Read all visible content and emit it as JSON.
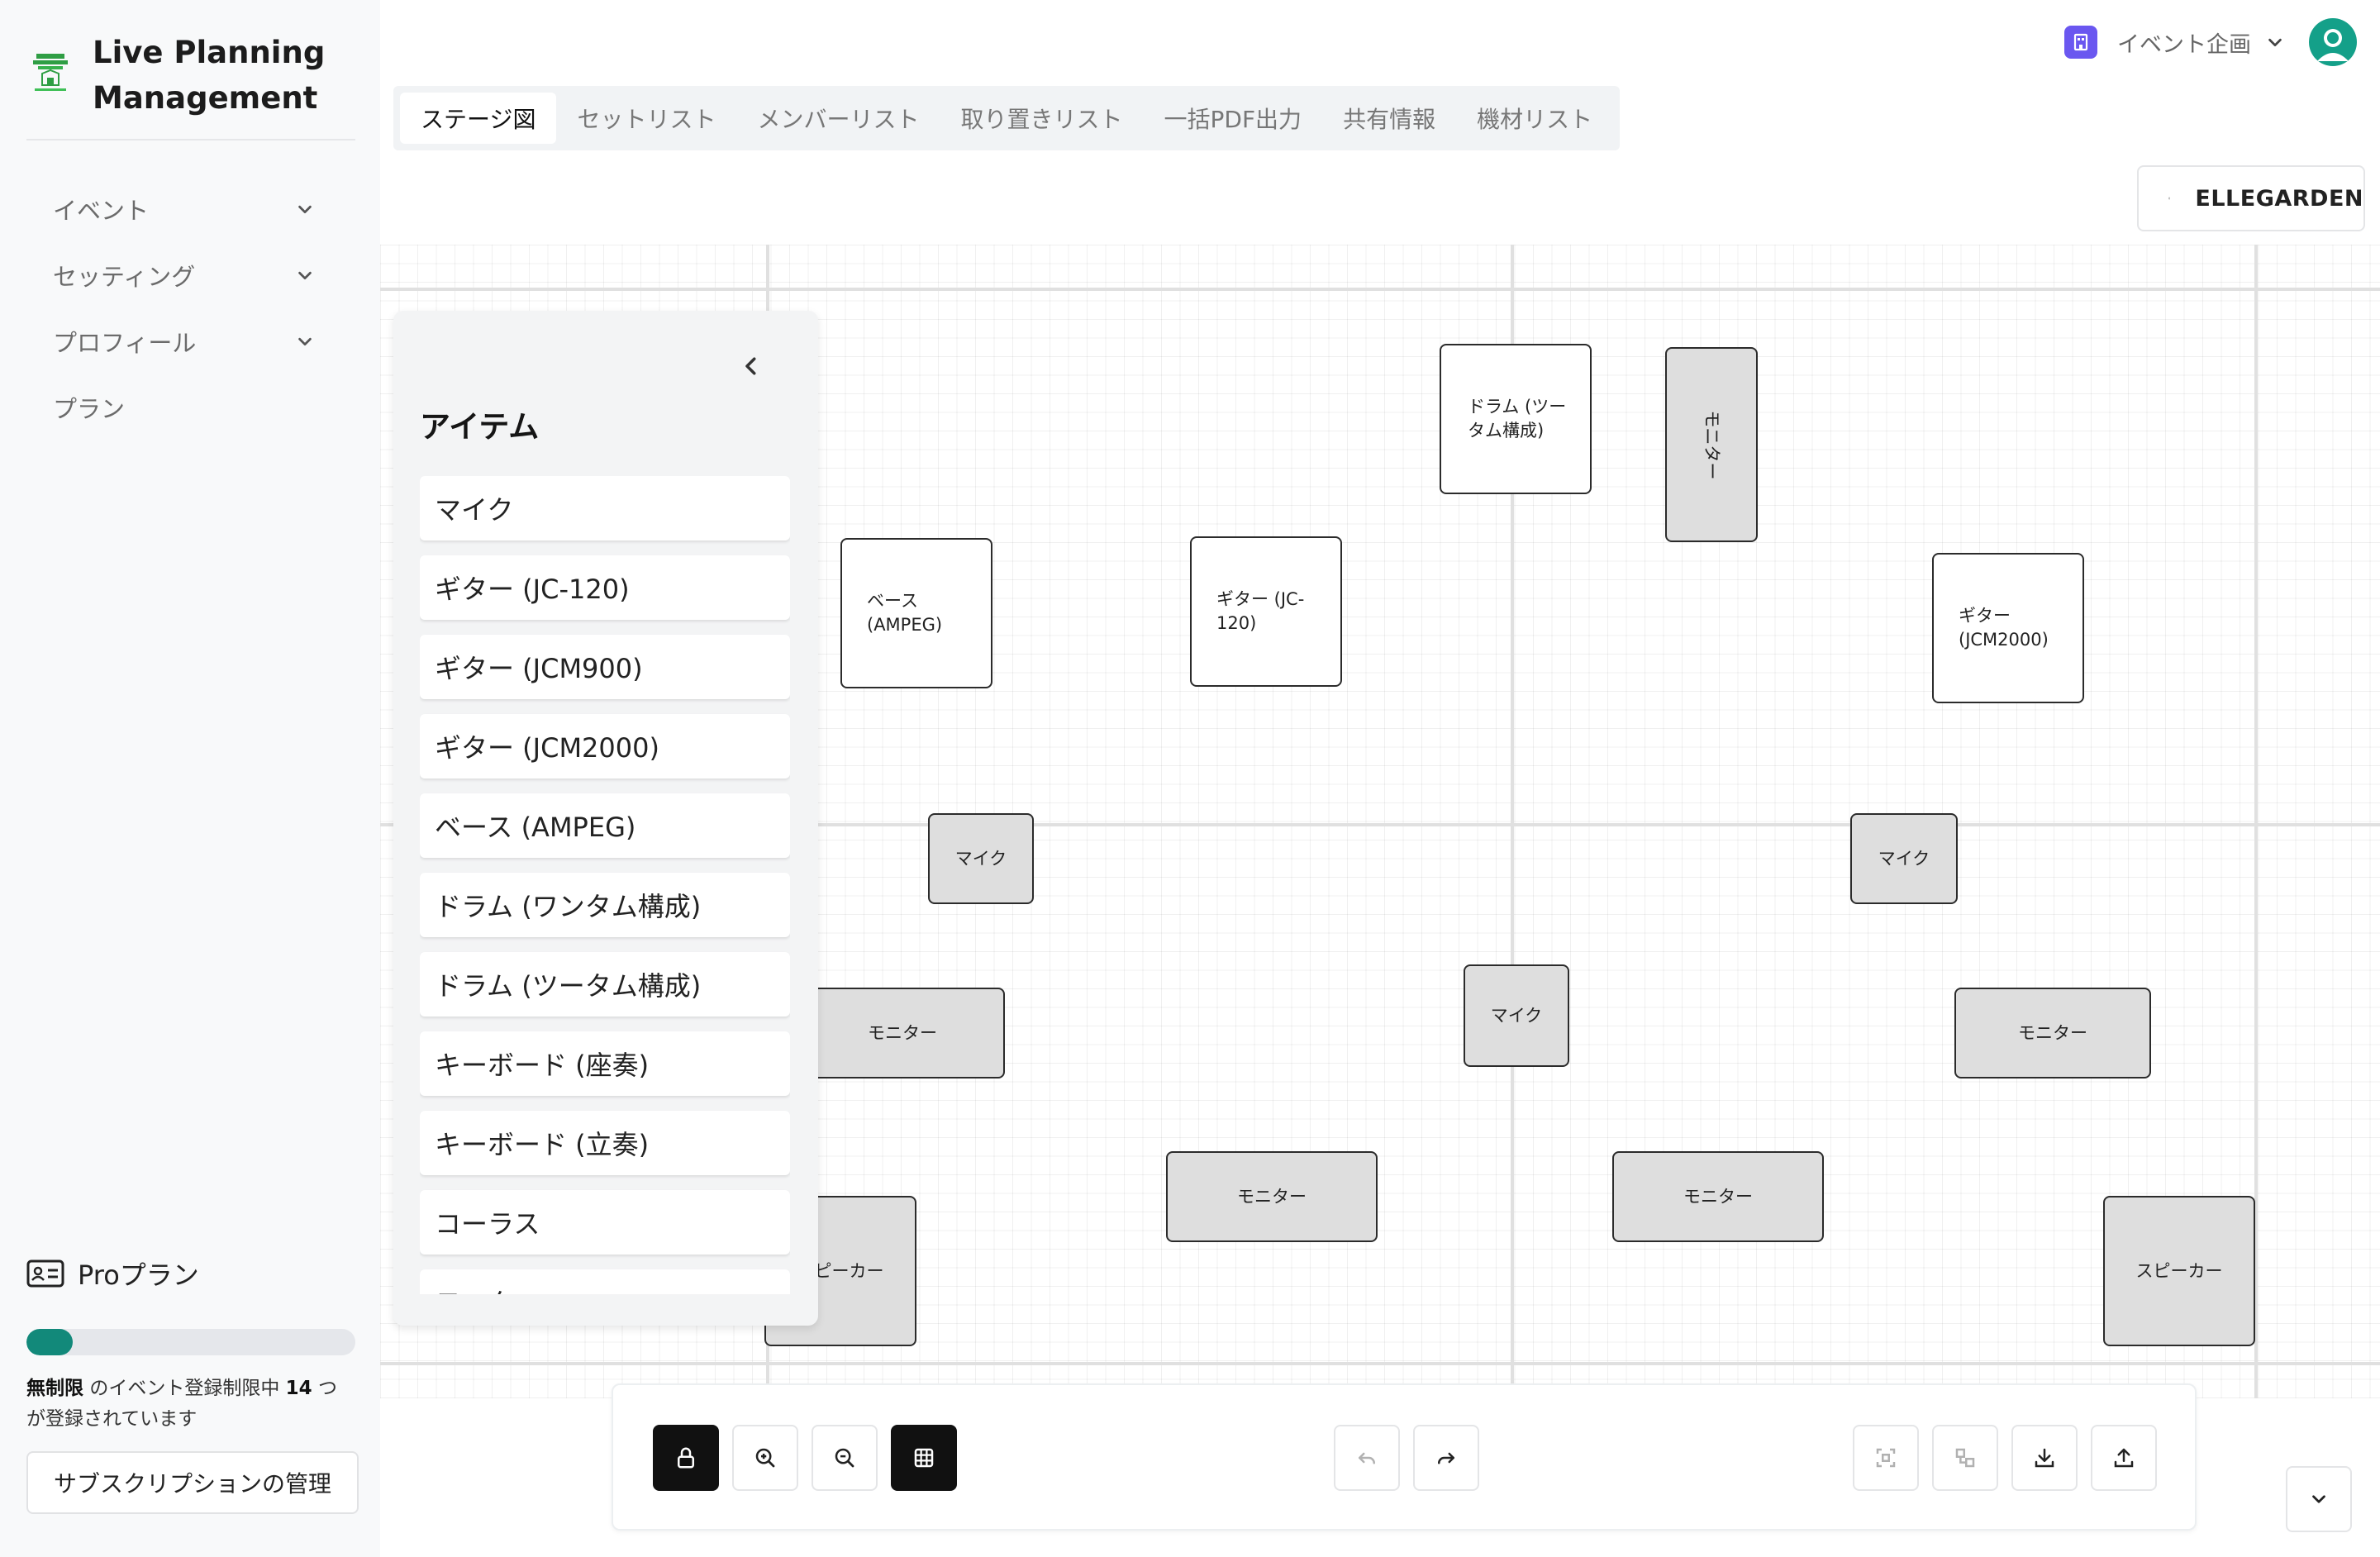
{
  "app": {
    "title_line1": "Live Planning",
    "title_line2": "Management"
  },
  "sidebar": {
    "items": [
      {
        "label": "イベント",
        "has_submenu": true
      },
      {
        "label": "セッティング",
        "has_submenu": true
      },
      {
        "label": "プロフィール",
        "has_submenu": true
      },
      {
        "label": "プラン",
        "has_submenu": false
      }
    ],
    "plan": {
      "name": "Proプラン",
      "progress_percent": 14,
      "limit": "無制限",
      "text_mid": "のイベント登録制限中",
      "count": "14",
      "text_tail": "つ",
      "text_line2": "が登録されています",
      "manage_button": "サブスクリプションの管理"
    }
  },
  "header": {
    "tabs": [
      {
        "label": "ステージ図",
        "active": true
      },
      {
        "label": "セットリスト",
        "active": false
      },
      {
        "label": "メンバーリスト",
        "active": false
      },
      {
        "label": "取り置きリスト",
        "active": false
      },
      {
        "label": "一括PDF出力",
        "active": false
      },
      {
        "label": "共有情報",
        "active": false
      },
      {
        "label": "機材リスト",
        "active": false
      }
    ],
    "workspace": "イベント企画",
    "band_name": "ELLEGARDEN"
  },
  "item_panel": {
    "title": "アイテム",
    "items": [
      "マイク",
      "ギター (JC-120)",
      "ギター (JCM900)",
      "ギター (JCM2000)",
      "ベース (AMPEG)",
      "ドラム (ワンタム構成)",
      "ドラム (ツータム構成)",
      "キーボード (座奏)",
      "キーボード (立奏)",
      "コーラス",
      "モニター"
    ]
  },
  "stage": {
    "nodes": [
      {
        "label": "ドラム (ツータム構成)",
        "style": "white"
      },
      {
        "label": "モニター",
        "style": "gray"
      },
      {
        "label": "ベース (AMPEG)",
        "style": "white"
      },
      {
        "label": "ギター (JC-120)",
        "style": "white"
      },
      {
        "label": "ギター (JCM2000)",
        "style": "white"
      },
      {
        "label": "マイク",
        "style": "gray"
      },
      {
        "label": "マイク",
        "style": "gray"
      },
      {
        "label": "マイク",
        "style": "gray"
      },
      {
        "label": "モニター",
        "style": "gray"
      },
      {
        "label": "モニター",
        "style": "gray"
      },
      {
        "label": "モニター",
        "style": "gray"
      },
      {
        "label": "モニター",
        "style": "gray"
      },
      {
        "label": "スピーカー",
        "style": "gray"
      },
      {
        "label": "スピーカー",
        "style": "gray"
      }
    ]
  },
  "toolbar": {
    "lock_icon": "lock-icon",
    "zoom_in_icon": "zoom-in-icon",
    "zoom_out_icon": "zoom-out-icon",
    "grid_icon": "grid-icon",
    "undo_icon": "undo-icon",
    "redo_icon": "redo-icon",
    "fit_icon": "fit-view-icon",
    "align_icon": "align-icon",
    "download_icon": "download-icon",
    "upload_icon": "upload-icon"
  },
  "colors": {
    "accent": "#12897a",
    "workspace_icon": "#6a57f0",
    "avatar": "#14a089"
  }
}
